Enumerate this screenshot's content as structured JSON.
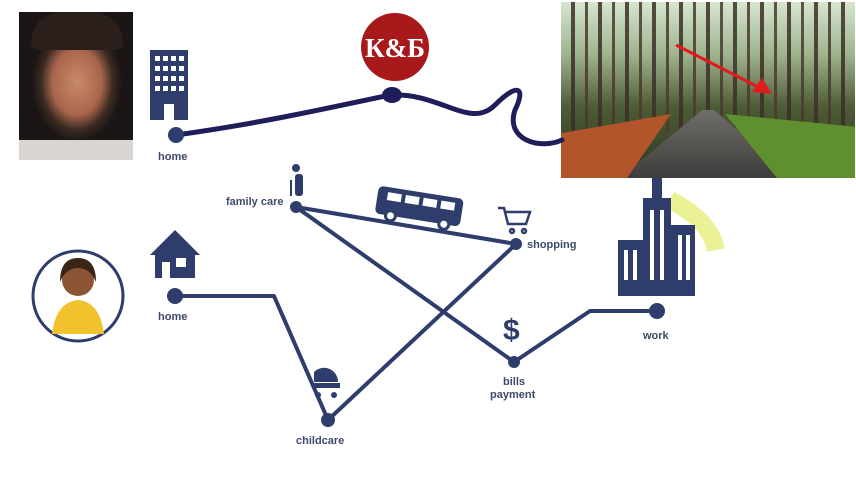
{
  "colors": {
    "route": "#2e3d6b",
    "logo": "#a8191c",
    "arrow": "#e11b1b",
    "highlight": "#e6ef7a"
  },
  "logo": {
    "text": "К&Б"
  },
  "nodes": {
    "home_top": "home",
    "home_bottom": "home",
    "family_care": "family care",
    "shopping": "shopping",
    "childcare": "childcare",
    "bills_line1": "bills",
    "bills_line2": "payment",
    "work": "work"
  },
  "icons": [
    "office-building-icon",
    "house-icon",
    "elderly-person-icon",
    "bus-icon",
    "shopping-cart-icon",
    "stroller-icon",
    "dollar-icon",
    "city-skyline-icon",
    "woman-avatar-icon"
  ]
}
